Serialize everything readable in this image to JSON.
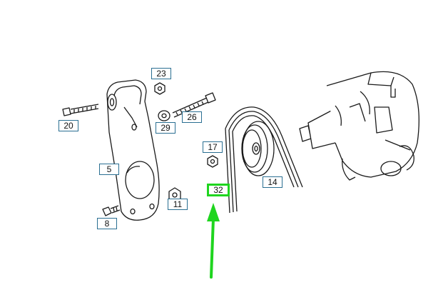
{
  "diagram": {
    "part_labels": [
      {
        "id": "p23",
        "text": "23"
      },
      {
        "id": "p20",
        "text": "20"
      },
      {
        "id": "p26",
        "text": "26"
      },
      {
        "id": "p29",
        "text": "29"
      },
      {
        "id": "p5",
        "text": "5"
      },
      {
        "id": "p17",
        "text": "17"
      },
      {
        "id": "p14",
        "text": "14"
      },
      {
        "id": "p32",
        "text": "32"
      },
      {
        "id": "p11",
        "text": "11"
      },
      {
        "id": "p8",
        "text": "8"
      }
    ],
    "highlighted_part": "32",
    "colors": {
      "outline": "#1a1a1a",
      "callout_border": "#2a6f92",
      "highlight": "#1fd51f"
    }
  }
}
